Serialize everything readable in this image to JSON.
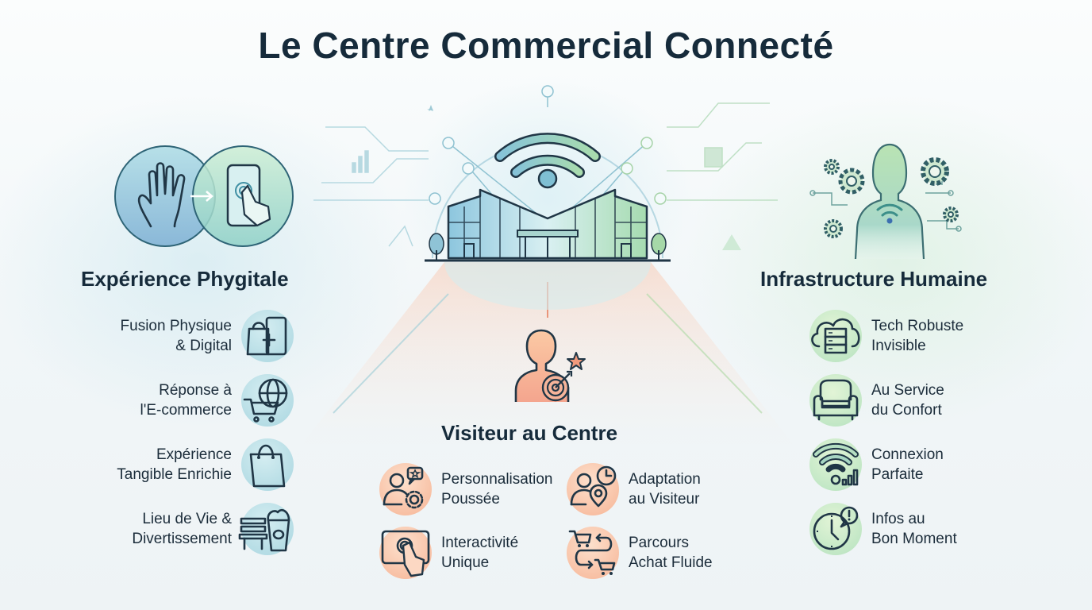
{
  "title": "Le Centre Commercial Connecté",
  "colors": {
    "title": "#162b3b",
    "blue_accent": "#6fb3c9",
    "green_accent": "#8fd19e",
    "orange_accent": "#f2a684",
    "line_dark": "#203646"
  },
  "center": {
    "icon": "connected-mall-building-icon",
    "wifi_icon": "wifi-icon"
  },
  "left_section": {
    "title": "Expérience Phygitale",
    "hero_icon": "hand-to-smartphone-venn-icon",
    "items": [
      {
        "label": "Fusion Physique\n& Digital",
        "icon": "shopping-bag-plus-phone-icon"
      },
      {
        "label": "Réponse à\nl'E-commerce",
        "icon": "globe-cart-icon"
      },
      {
        "label": "Expérience\nTangible Enrichie",
        "icon": "shopping-bag-icon"
      },
      {
        "label": "Lieu de Vie &\nDivertissement",
        "icon": "bench-popcorn-icon"
      }
    ]
  },
  "center_section": {
    "title": "Visiteur au Centre",
    "hero_icon": "visitor-target-star-icon",
    "items": [
      {
        "label": "Personnalisation\nPoussée",
        "icon": "user-star-gear-icon"
      },
      {
        "label": "Adaptation\nau Visiteur",
        "icon": "user-clock-location-icon"
      },
      {
        "label": "Interactivité\nUnique",
        "icon": "touchscreen-tap-icon"
      },
      {
        "label": "Parcours\nAchat Fluide",
        "icon": "cart-loop-arrows-icon"
      }
    ]
  },
  "right_section": {
    "title": "Infrastructure Humaine",
    "hero_icon": "human-gears-circuit-icon",
    "items": [
      {
        "label": "Tech Robuste\nInvisible",
        "icon": "cloud-server-icon"
      },
      {
        "label": "Au Service\ndu Confort",
        "icon": "armchair-icon"
      },
      {
        "label": "Connexion\nParfaite",
        "icon": "wifi-signal-bars-icon"
      },
      {
        "label": "Infos au\nBon Moment",
        "icon": "clock-alert-icon"
      }
    ]
  }
}
